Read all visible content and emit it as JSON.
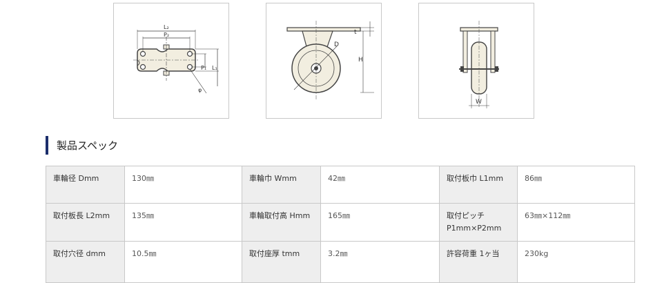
{
  "diagrams": {
    "top_view": {
      "labels": {
        "l2": "L₂",
        "p2": "P₂",
        "p1": "P₁",
        "l1": "L₁",
        "phi": "φ"
      }
    },
    "side_view": {
      "labels": {
        "t": "t",
        "d": "D",
        "h": "H"
      }
    },
    "front_view": {
      "labels": {
        "w": "W"
      }
    },
    "colors": {
      "body": "#f2eee0",
      "line": "#444444",
      "dim": "#3a3a3a"
    }
  },
  "section": {
    "title": "製品スペック",
    "accent_color": "#1b2e6b"
  },
  "spec_table": {
    "rows": [
      [
        {
          "label": "車輪径 Dmm",
          "value": "130㎜"
        },
        {
          "label": "車輪巾 Wmm",
          "value": "42㎜"
        },
        {
          "label": "取付板巾 L1mm",
          "value": "86㎜"
        }
      ],
      [
        {
          "label": "取付板長 L2mm",
          "value": "135㎜"
        },
        {
          "label": "車輪取付高 Hmm",
          "value": "165㎜"
        },
        {
          "label": "取付ピッチ P1mm×P2mm",
          "value": "63㎜×112㎜"
        }
      ],
      [
        {
          "label": "取付穴径 dmm",
          "value": "10.5㎜"
        },
        {
          "label": "取付座厚 tmm",
          "value": "3.2㎜"
        },
        {
          "label": "許容荷重 1ヶ当",
          "value": "230kg"
        }
      ]
    ]
  }
}
